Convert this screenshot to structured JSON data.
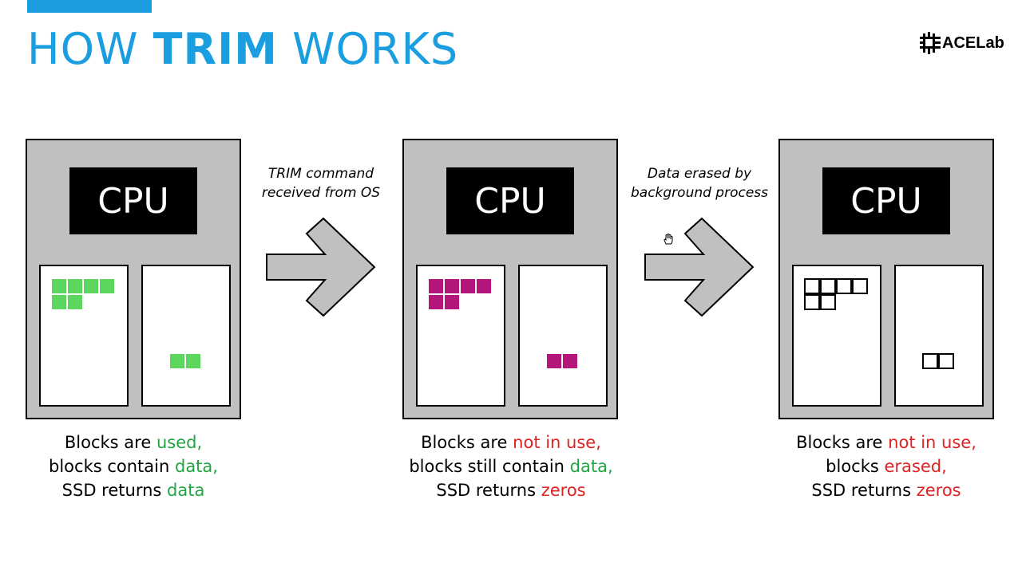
{
  "header": {
    "title_part1": "HOW ",
    "title_part2": "TRIM",
    "title_part3": " WORKS",
    "logo_text": "ACELab"
  },
  "stages": [
    {
      "cpu_label": "CPU",
      "block_state": "used",
      "caption": {
        "line1_a": "Blocks are ",
        "line1_b": "used,",
        "line2_a": "blocks contain ",
        "line2_b": "data,",
        "line3_a": "SSD returns ",
        "line3_b": "data"
      }
    },
    {
      "cpu_label": "CPU",
      "block_state": "not-in-use",
      "caption": {
        "line1_a": "Blocks are ",
        "line1_b": "not in use,",
        "line2_a": "blocks still contain ",
        "line2_b": "data,",
        "line3_a": "SSD returns ",
        "line3_b": "zeros"
      }
    },
    {
      "cpu_label": "CPU",
      "block_state": "erased",
      "caption": {
        "line1_a": "Blocks are ",
        "line1_b": "not in use,",
        "line2_a": "blocks ",
        "line2_b": "erased,",
        "line3_a": "SSD returns ",
        "line3_b": "zeros"
      }
    }
  ],
  "arrows": [
    {
      "line1": "TRIM command",
      "line2": "received from OS"
    },
    {
      "line1": "Data erased by",
      "line2": "background process"
    }
  ],
  "colors": {
    "accent": "#1a9ee0",
    "used_block": "#5cd65c",
    "unused_block": "#b5167c",
    "highlight_green": "#22a544",
    "highlight_red": "#e02222"
  }
}
